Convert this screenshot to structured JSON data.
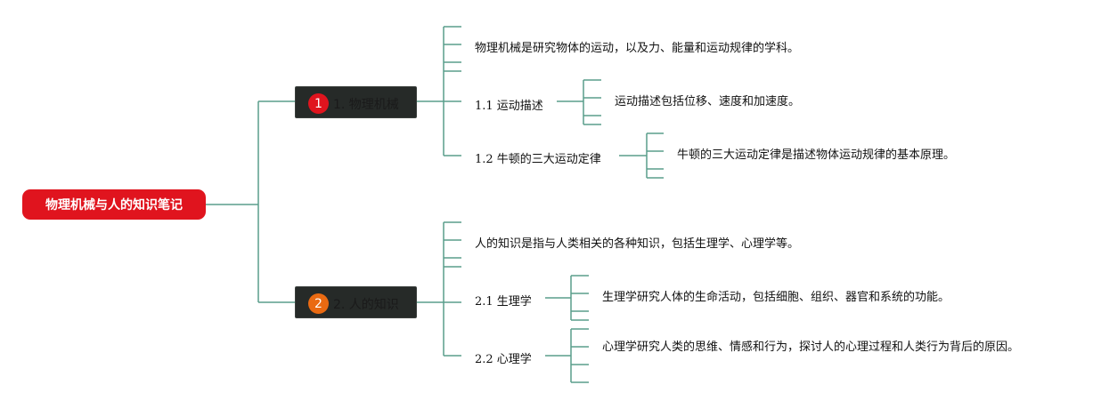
{
  "root": {
    "title": "物理机械与人的知识笔记",
    "color": "#e0141e"
  },
  "branches": [
    {
      "badge": "1",
      "badge_color": "#e0141e",
      "label": "1. 物理机械",
      "description": "物理机械是研究物体的运动，以及力、能量和运动规律的学科。",
      "sub": [
        {
          "label": "1.1 运动描述",
          "detail": "运动描述包括位移、速度和加速度。"
        },
        {
          "label": "1.2 牛顿的三大运动定律",
          "detail": "牛顿的三大运动定律是描述物体运动规律的基本原理。"
        }
      ]
    },
    {
      "badge": "2",
      "badge_color": "#ea6a12",
      "label": "2. 人的知识",
      "description": "人的知识是指与人类相关的各种知识，包括生理学、心理学等。",
      "sub": [
        {
          "label": "2.1 生理学",
          "detail": "生理学研究人体的生命活动，包括细胞、组织、器官和系统的功能。"
        },
        {
          "label": "2.2 心理学",
          "detail": "心理学研究人类的思维、情感和行为，探讨人的心理过程和人类行为背后的原因。"
        }
      ]
    }
  ],
  "line_color": "#5a9e8c"
}
